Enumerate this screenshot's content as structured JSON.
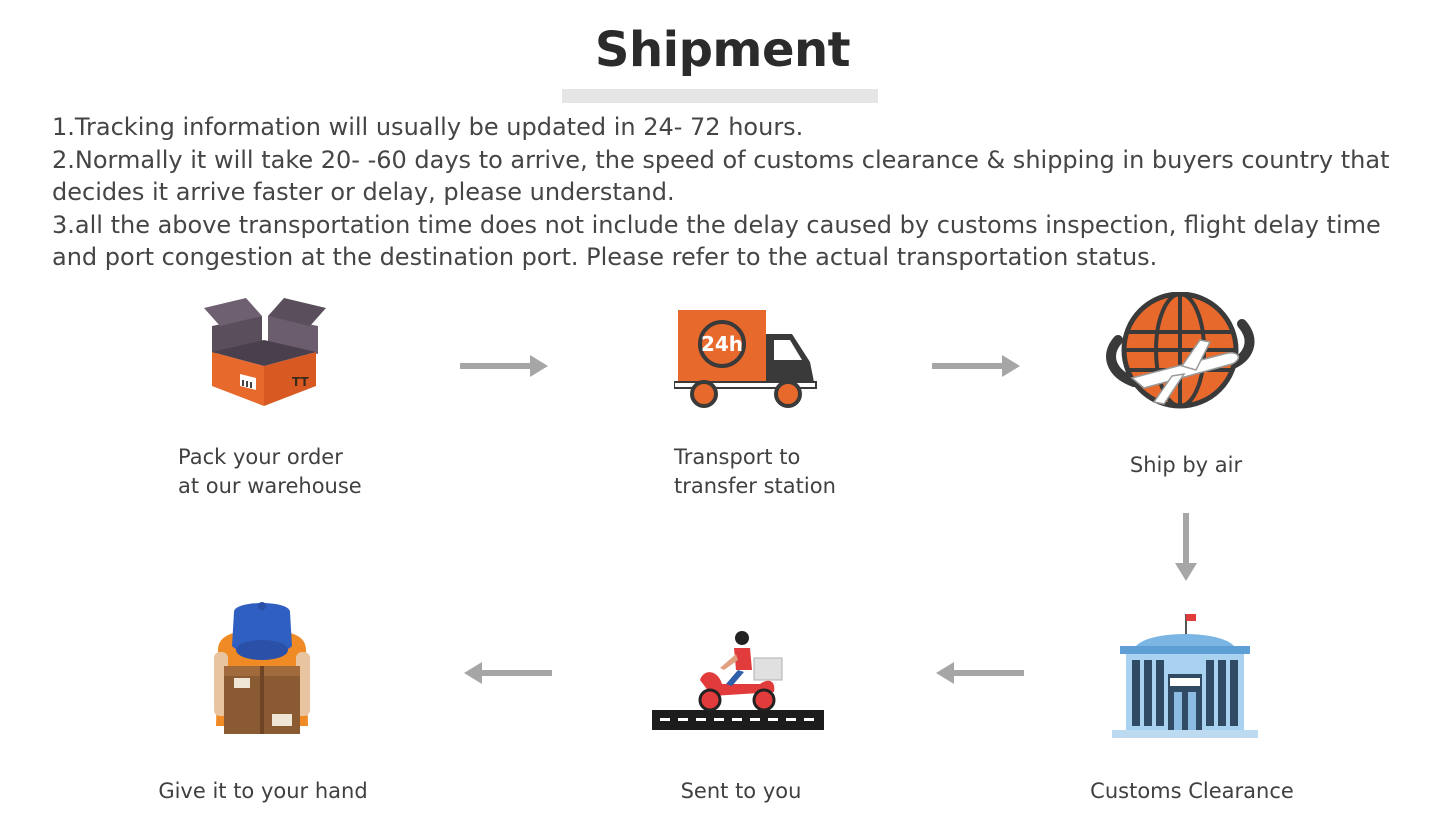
{
  "title": "Shipment",
  "notes": [
    "1.Tracking information will usually be updated in 24- 72 hours.",
    "2.Normally it will take 20- -60 days to arrive, the speed of customs clearance & shipping in buyers country that decides it arrive faster or delay, please understand.",
    "3.all the above transportation time does not include the delay caused by customs inspection, flight delay time and port congestion at the destination port. Please refer to the actual transportation status."
  ],
  "steps": [
    {
      "icon": "open-box-icon",
      "label_line1": "Pack your order",
      "label_line2": "at our warehouse"
    },
    {
      "icon": "delivery-truck-icon",
      "badge": "24h",
      "label_line1": "Transport to",
      "label_line2": "transfer station"
    },
    {
      "icon": "globe-airplane-icon",
      "label": "Ship by air"
    },
    {
      "icon": "customs-building-icon",
      "label": "Customs Clearance"
    },
    {
      "icon": "scooter-courier-icon",
      "label": "Sent to you"
    },
    {
      "icon": "courier-holding-box-icon",
      "label": "Give it to your hand"
    }
  ],
  "colors": {
    "accent_orange": "#e8692c",
    "box_dark": "#5a4d5c",
    "arrow_gray": "#a6a6a6",
    "text": "#404040"
  }
}
